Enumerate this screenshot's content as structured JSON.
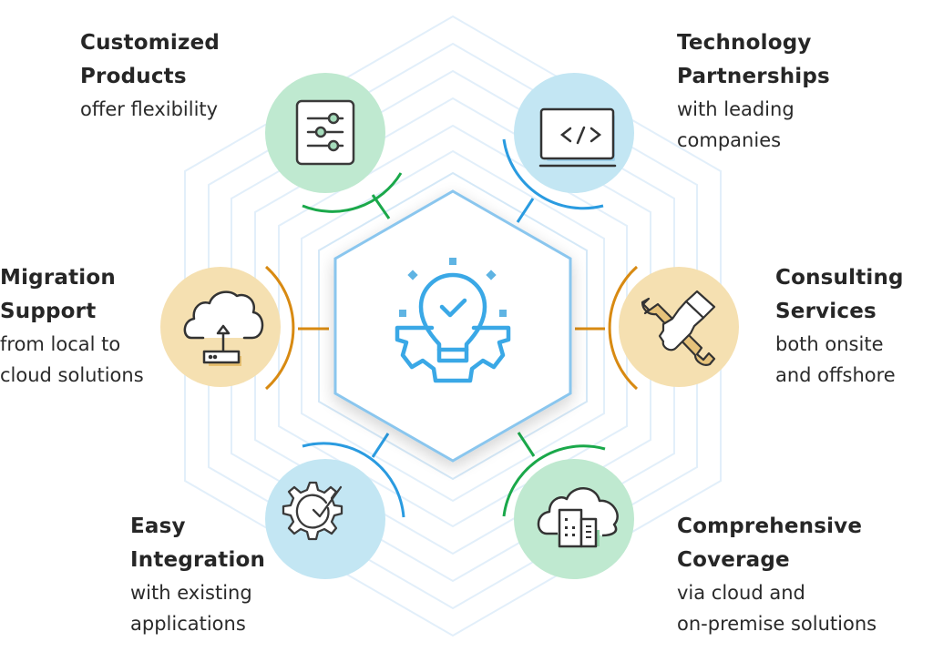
{
  "diagram": {
    "center": {
      "icon": "lightbulb-gear-check-icon",
      "color": "#3aa8e6",
      "border_color": "#8ac6ee"
    },
    "colors": {
      "green_fill": "#bfe9d0",
      "green_line": "#1aa84a",
      "blue_fill": "#c3e6f3",
      "blue_line": "#2a9be0",
      "orange_fill": "#f5e0b1",
      "orange_line": "#d88a12",
      "icon_stroke": "#333333",
      "bg_hex_line": "#dcecf8"
    },
    "items": [
      {
        "id": "customized-products",
        "title_1": "Customized",
        "title_2": "Products",
        "desc_1": "offer flexibility",
        "desc_2": "",
        "icon": "sliders-icon",
        "color": "green"
      },
      {
        "id": "technology-partnerships",
        "title_1": "Technology",
        "title_2": "Partnerships",
        "desc_1": "with leading",
        "desc_2": "companies",
        "icon": "code-laptop-icon",
        "color": "blue"
      },
      {
        "id": "migration-support",
        "title_1": "Migration",
        "title_2": "Support",
        "desc_1": "from local to",
        "desc_2": "cloud solutions",
        "icon": "cloud-upload-server-icon",
        "color": "orange"
      },
      {
        "id": "consulting-services",
        "title_1": "Consulting",
        "title_2": "Services",
        "desc_1": "both onsite",
        "desc_2": "and offshore",
        "icon": "hand-wrench-icon",
        "color": "orange"
      },
      {
        "id": "easy-integration",
        "title_1": "Easy",
        "title_2": "Integration",
        "desc_1": "with existing",
        "desc_2": "applications",
        "icon": "gear-check-icon",
        "color": "blue"
      },
      {
        "id": "comprehensive-coverage",
        "title_1": "Comprehensive",
        "title_2": "Coverage",
        "desc_1": "via cloud and",
        "desc_2": "on-premise solutions",
        "icon": "cloud-buildings-icon",
        "color": "green"
      }
    ]
  }
}
